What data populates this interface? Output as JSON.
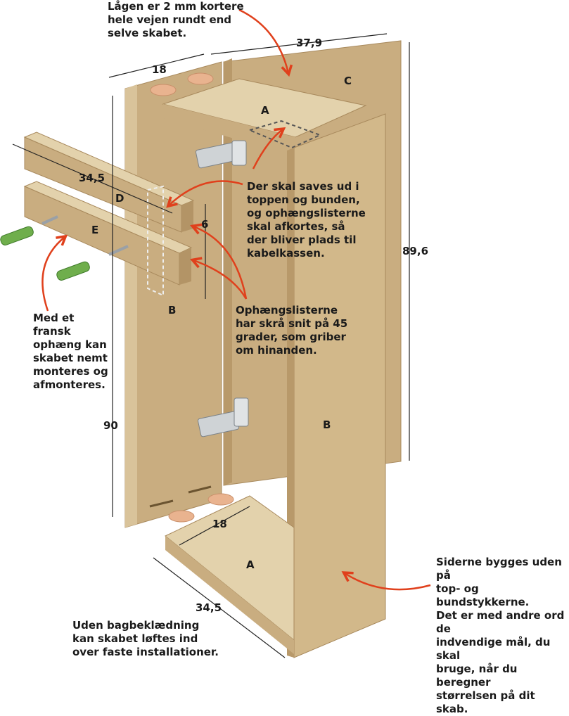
{
  "annotations": {
    "door_note": "Lågen er 2 mm kortere\nhele vejen rundt end\nselve skabet.",
    "cut_note": "Der skal saves ud i\ntoppen og bunden,\nog ophængslisterne\nskal afkortes, så\nder bliver plads til\nkabelkassen.",
    "rail_note": "Ophængslisterne\nhar skrå snit på 45\ngrader, som griber\nom hinanden.",
    "french_cleat_note": "Med et\nfransk\nophæng kan\nskabet nemt\nmonteres og\nafmonteres.",
    "sides_note": "Siderne bygges uden på\ntop- og bundstykkerne.\nDet er med andre ord de\nindvendige mål, du skal\nbruge, når du beregner\nstørrelsen på dit skab.",
    "no_back_note": "Uden bagbeklædning\nkan skabet løftes ind\nover faste installationer."
  },
  "dimensions": {
    "door_width": "37,9",
    "side_depth_top": "18",
    "rail_length": "34,5",
    "rail_height": "6",
    "cabinet_height": "89,6",
    "side_height": "90",
    "bottom_depth": "18",
    "bottom_width": "34,5"
  },
  "part_labels": {
    "top": "A",
    "bottom": "A",
    "door": "C",
    "rail_upper": "D",
    "rail_lower": "E",
    "side_left": "B",
    "side_right": "B"
  },
  "colors": {
    "wood_face": "#c9ad80",
    "wood_light": "#e3d2ac",
    "wood_edge": "#b39466",
    "arrow": "#e0401c",
    "dowel": "#e9b38f",
    "plug": "#6fae4c",
    "outline": "#2a2a2a"
  }
}
